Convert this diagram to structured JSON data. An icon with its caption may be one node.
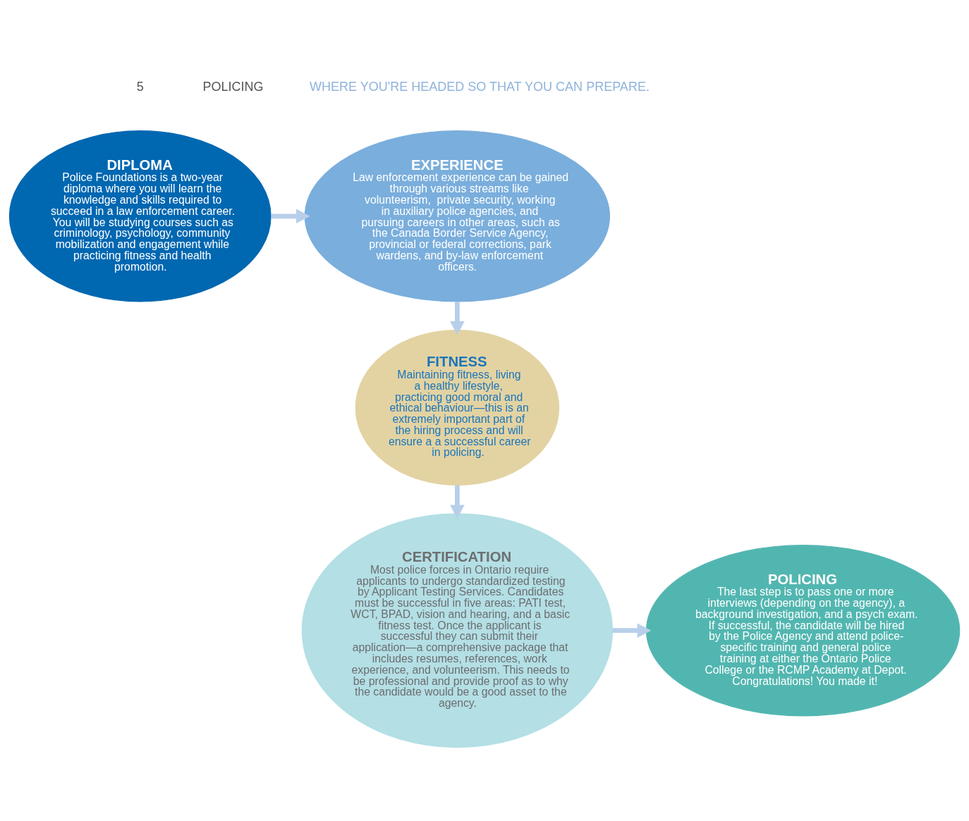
{
  "diagram": {
    "nodes": [
      {
        "text": [
          "DIPLOMA",
          "Police Foundations is a two-year diploma where you will learn the knowledge and skills required to succeed in a law enforcement career. You will be studying courses such as criminology, psychology, community mobilization and engagement while practicing fitness and health promotion."
        ]
      },
      {
        "text": [
          "EXPERIENCE",
          "Law enforcement experience can be gained through various streams like volunteerism,  private security, working in auxiliary police agencies, and pursuing careers in other areas, such as the Canada Border Service Agency, provincial or federal corrections, park wardens, and by-law enforcement officers."
        ]
      },
      {
        "text": [
          "FITNESS",
          "Maintaining fitness, living a healthy lifestyle, practicing good moral and ethical behaviour—this is an extremely important part of the hiring process and will ensure a a successful career in policing."
        ]
      },
      {
        "text": [
          "CERTIFICATION",
          "Most police forces in Ontario require applicants to undergo standardized testing by Applicant Testing Services. Candidates must be successful in five areas: PATI test, WCT, BPAD, vision and hearing, and a basic fitness test. Once the applicant is successful they can submit their application—a comprehensive package that includes resumes, references, work experience, and volunteerism. This needs to be professional and provide proof as to why the candidate would be a good asset to the agency."
        ]
      },
      {
        "text": [
          "POLICING",
          "The last step is to pass one or more interviews (depending on the agency), a background investigation, and a psych exam. If successful, the candidate will be hired by the Police Agency and attend police-specific training and general police training at either the Ontario Police College or the RCMP Academy at Depot.",
          "Congratulations! You made it!"
        ]
      }
    ],
    "edges": [
      {
        "from": 0,
        "to": 1,
        "arrow": "to"
      },
      {
        "from": 1,
        "to": 2,
        "arrow": "to"
      },
      {
        "from": 2,
        "to": 3,
        "arrow": "to"
      },
      {
        "from": 3,
        "to": 4,
        "arrow": "to"
      }
    ],
    "labels": [
      "5",
      "POLICING",
      "WHERE YOU'RE HEADED SO THAT YOU CAN PREPARE."
    ]
  }
}
